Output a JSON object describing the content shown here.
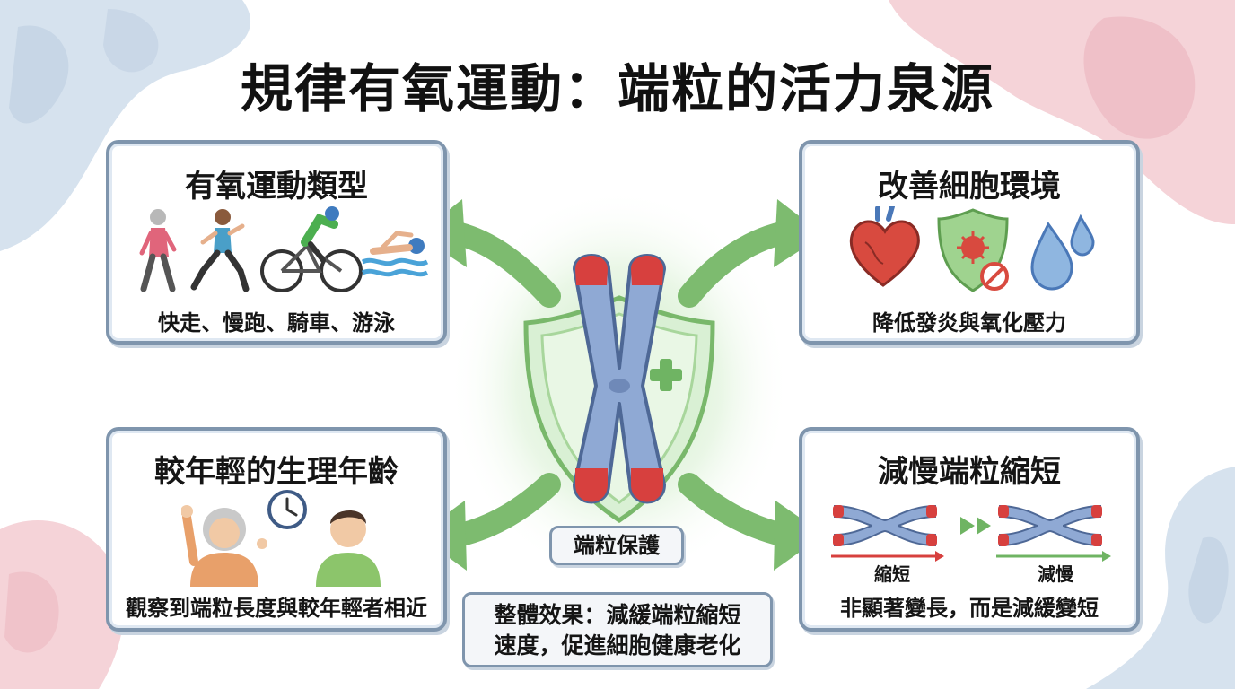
{
  "title": "規律有氧運動：端粒的活力泉源",
  "panels": {
    "exercise": {
      "title": "有氧運動類型",
      "caption": "快走、慢跑、騎車、游泳",
      "icons": [
        "walking-person-icon",
        "running-person-icon",
        "cyclist-icon",
        "swimmer-icon"
      ]
    },
    "cell_env": {
      "title": "改善細胞環境",
      "caption": "降低發炎與氧化壓力",
      "icons": [
        "heart-icon",
        "virus-shield-icon",
        "water-drops-icon"
      ]
    },
    "bio_age": {
      "title": "較年輕的生理年齡",
      "caption": "觀察到端粒長度與較年輕者相近",
      "icons": [
        "elderly-woman-icon",
        "clock-icon",
        "young-man-icon"
      ]
    },
    "slow_shortening": {
      "title": "減慢端粒縮短",
      "label_shorten": "縮短",
      "label_slow": "減慢",
      "caption": "非顯著變長，而是減緩變短",
      "icons": [
        "chromosome-shortening-icon",
        "double-arrow-icon",
        "chromosome-slowed-icon"
      ]
    }
  },
  "center": {
    "label": "端粒保護",
    "icons": [
      "shield-icon",
      "chromosome-icon",
      "plus-icon"
    ]
  },
  "summary": {
    "line1": "整體效果：減緩端粒縮短",
    "line2": "速度，促進細胞健康老化"
  },
  "colors": {
    "arrow_green": "#7dbb6f",
    "chromosome_blue": "#8fa9d4",
    "telomere_red": "#d7403e",
    "panel_border": "#7f95ad",
    "bg_blob_pink": "#f3c9cf",
    "bg_blob_blue": "#cfdce9"
  }
}
